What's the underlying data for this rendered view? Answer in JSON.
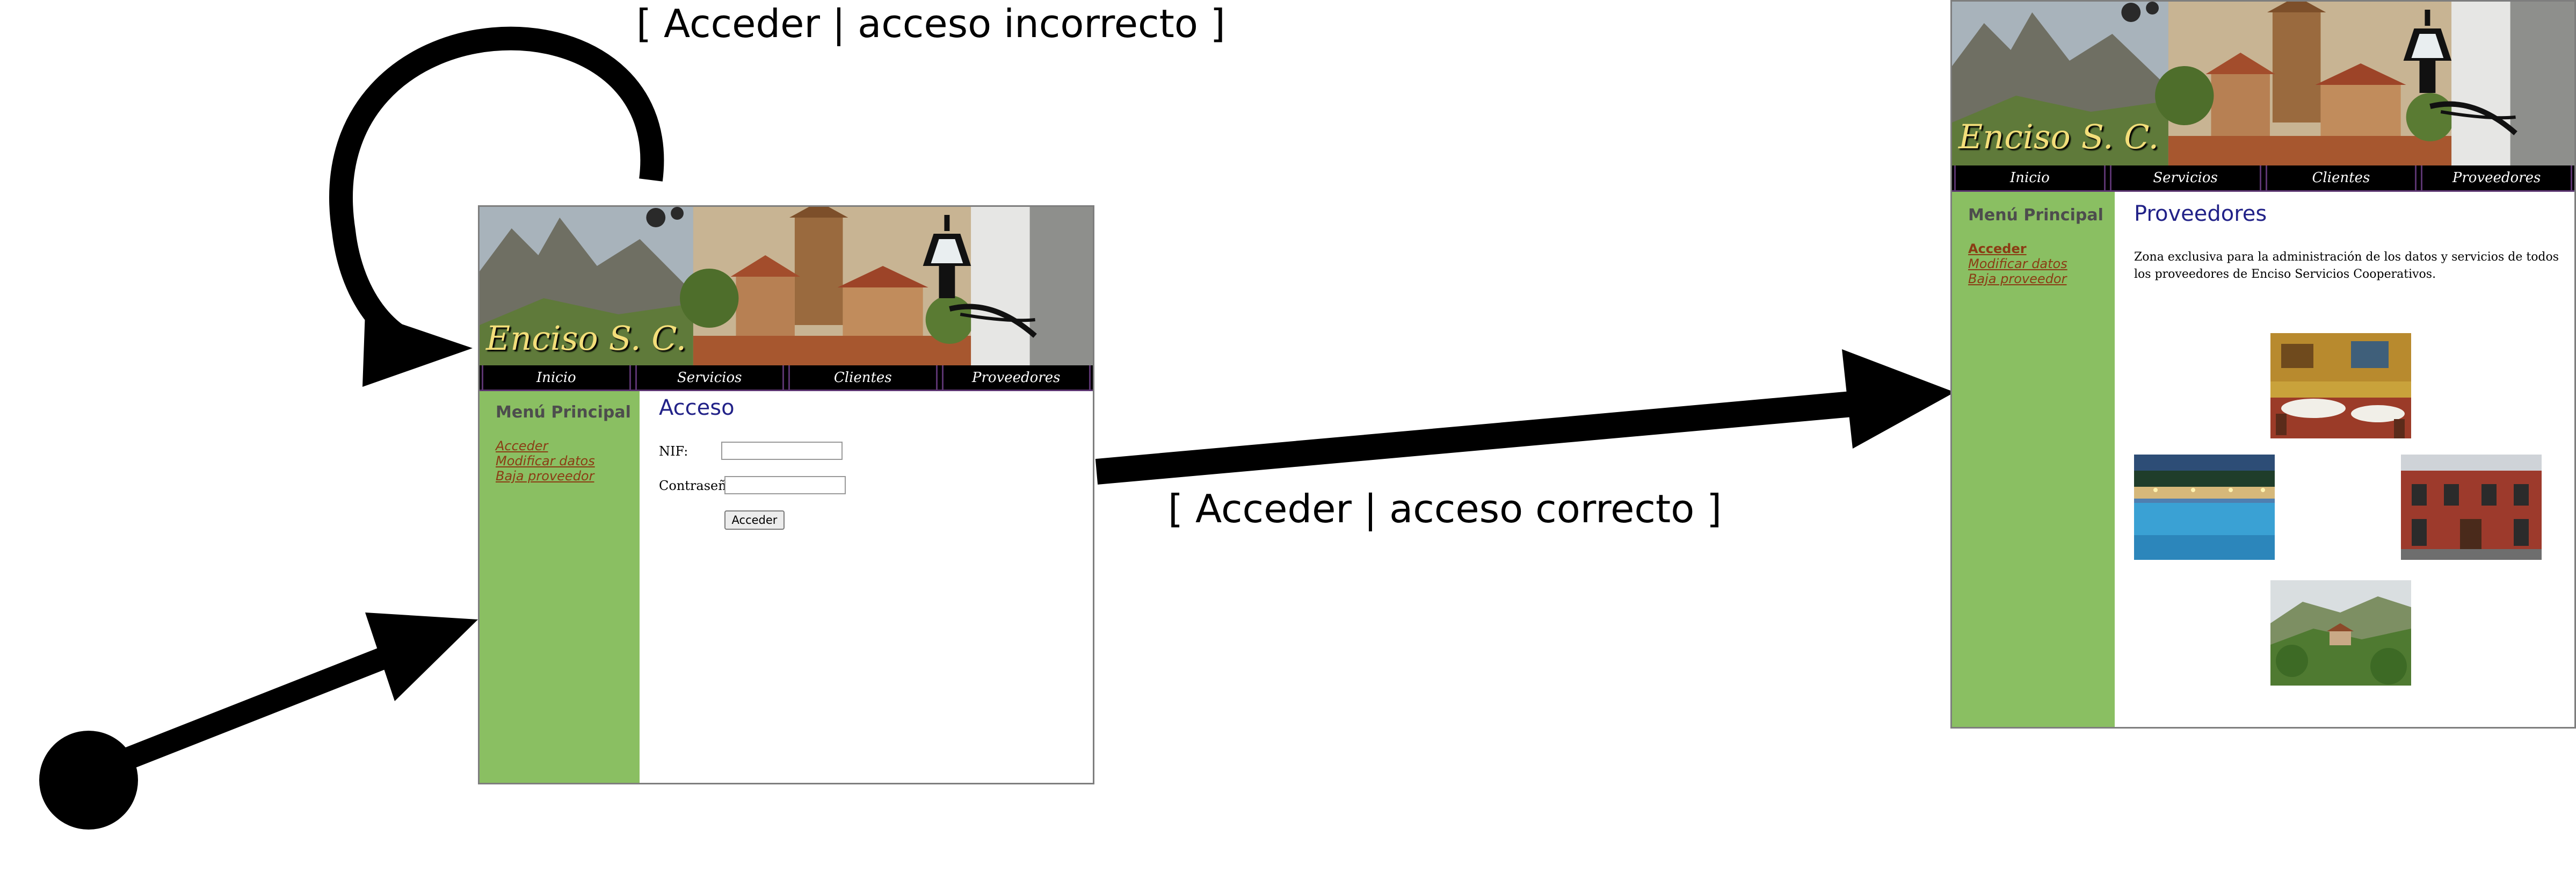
{
  "transitions": {
    "self_loop_label": "[ Acceder | acceso incorrecto ]",
    "success_label": "[ Acceder | acceso correcto ]"
  },
  "login_page": {
    "brand": "Enciso S. C.",
    "nav": [
      "Inicio",
      "Servicios",
      "Clientes",
      "Proveedores"
    ],
    "sidebar": {
      "title": "Menú Principal",
      "links": [
        "Acceder",
        "Modificar datos",
        "Baja proveedor"
      ]
    },
    "content": {
      "title": "Acceso",
      "nif_label": "NIF:",
      "password_label": "Contraseña:",
      "submit_label": "Acceder"
    }
  },
  "providers_page": {
    "brand": "Enciso S. C.",
    "nav": [
      "Inicio",
      "Servicios",
      "Clientes",
      "Proveedores"
    ],
    "sidebar": {
      "title": "Menú Principal",
      "links": [
        "Acceder",
        "Modificar datos",
        "Baja proveedor"
      ]
    },
    "content": {
      "title": "Proveedores",
      "intro": "Zona exclusiva para la administración de los datos y servicios de todos los proveedores de Enciso Servicios Cooperativos."
    },
    "photos": [
      "restaurant-photo",
      "pool-photo",
      "building-photo",
      "valley-photo"
    ]
  },
  "colors": {
    "sidebar": "#8abf62",
    "nav_background": "#000000",
    "nav_border": "#5b3470",
    "brand_text": "#f3de7a",
    "link": "#8b3c14",
    "content_title": "#222288",
    "arrow": "#000000"
  }
}
